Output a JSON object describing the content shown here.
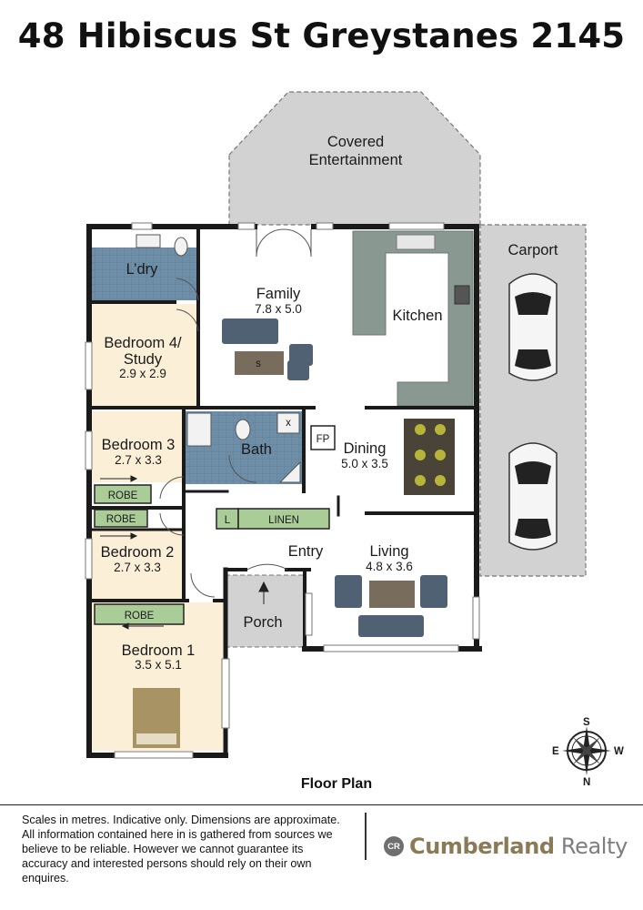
{
  "header": {
    "title": "48 Hibiscus St Greystanes 2145"
  },
  "rooms": {
    "covered_line1": "Covered",
    "covered_line2": "Entertainment",
    "carport": "Carport",
    "laundry": "L’dry",
    "family": "Family",
    "family_dim": "7.8 x 5.0",
    "kitchen": "Kitchen",
    "bed4_line1": "Bedroom 4/",
    "bed4_line2": "Study",
    "bed4_dim": "2.9 x 2.9",
    "bed3": "Bedroom 3",
    "bed3_dim": "2.7 x 3.3",
    "bath": "Bath",
    "fireplace": "FP",
    "dining": "Dining",
    "dining_dim": "5.0 x 3.5",
    "robe": "ROBE",
    "linen_l": "L",
    "linen": "LINEN",
    "bed2": "Bedroom 2",
    "bed2_dim": "2.7 x 3.3",
    "entry": "Entry",
    "living": "Living",
    "living_dim": "4.8 x 3.6",
    "porch": "Porch",
    "bed1": "Bedroom 1",
    "bed1_dim": "3.5 x 5.1",
    "shower_x": "x",
    "stove_s": "s"
  },
  "compass": {
    "north": "N",
    "south": "S",
    "east": "E",
    "west": "W"
  },
  "caption": "Floor Plan",
  "footer": {
    "disclaimer": "Scales in metres. Indicative only. Dimensions are approximate. All information contained here in is gathered from sources we believe to be reliable. However we cannot guarantee its accuracy and interested persons should rely on their own enquires.",
    "badge": "CR",
    "brand_bold": "Cumberland",
    "brand_rest": " Realty"
  },
  "colors": {
    "wall": "#1a1a1a",
    "outdoor": "#d2d2d2",
    "wet_area": "#6e8ea8",
    "bedroom": "#fbefd8",
    "kitchen_bench": "#8a9892",
    "robe": "#aacd98",
    "brand": "#8a7a55"
  }
}
